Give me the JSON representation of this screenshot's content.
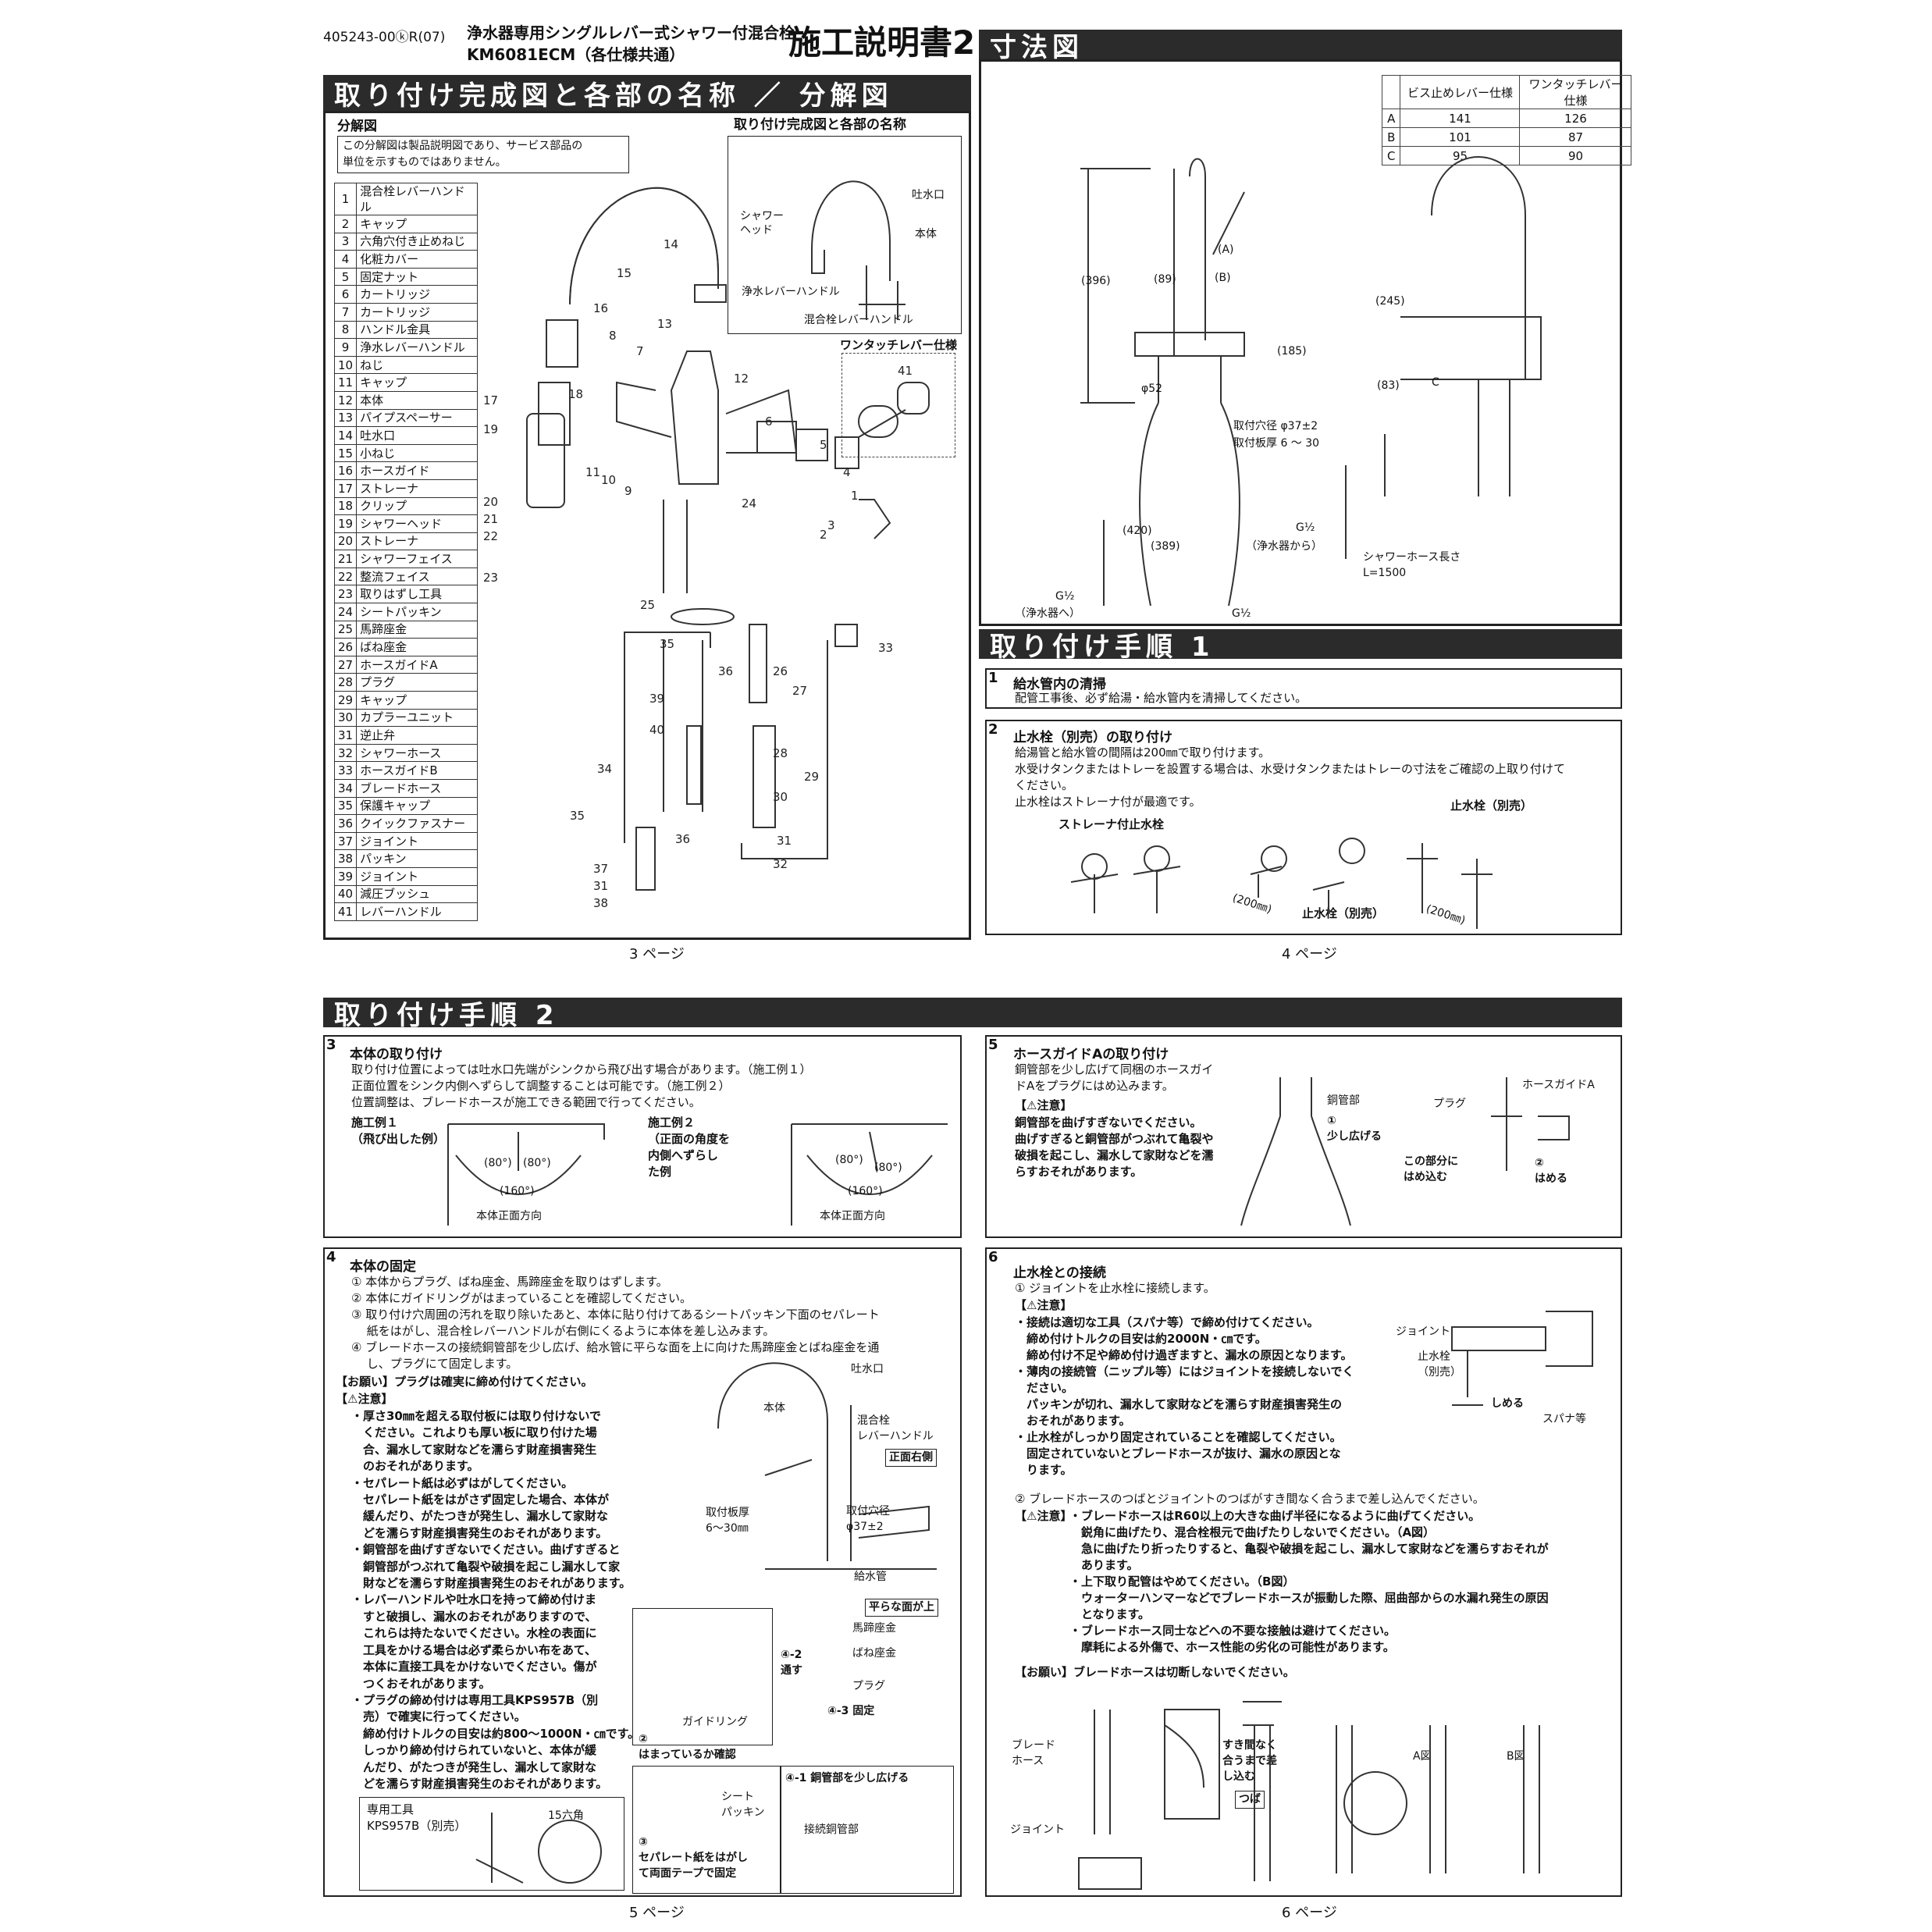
{
  "header": {
    "doc_number": "405243-00ⓚR(07)",
    "product_line": "浄水器専用シングルレバー式シャワー付混合栓",
    "model": "KM6081ECM（各仕様共通）",
    "doc_title": "施工説明書2"
  },
  "page3": {
    "section_title": "取り付け完成図と各部の名称 ／ 分解図",
    "exploded_label": "分解図",
    "exploded_note": "この分解図は製品説明図であり、サービス部品の\n単位を示すものではありません。",
    "assembled_label": "取り付け完成図と各部の名称",
    "assembled_labels": [
      "吐水口",
      "シャワー\nヘッド",
      "本体",
      "浄水レバーハンドル",
      "混合栓レバーハンドル"
    ],
    "onetouch_label": "ワンタッチレバー仕様",
    "parts": [
      {
        "no": "1",
        "name": "混合栓レバーハンドル"
      },
      {
        "no": "2",
        "name": "キャップ"
      },
      {
        "no": "3",
        "name": "六角穴付き止めねじ"
      },
      {
        "no": "4",
        "name": "化粧カバー"
      },
      {
        "no": "5",
        "name": "固定ナット"
      },
      {
        "no": "6",
        "name": "カートリッジ"
      },
      {
        "no": "7",
        "name": "カートリッジ"
      },
      {
        "no": "8",
        "name": "ハンドル金具"
      },
      {
        "no": "9",
        "name": "浄水レバーハンドル"
      },
      {
        "no": "10",
        "name": "ねじ"
      },
      {
        "no": "11",
        "name": "キャップ"
      },
      {
        "no": "12",
        "name": "本体"
      },
      {
        "no": "13",
        "name": "パイプスペーサー"
      },
      {
        "no": "14",
        "name": "吐水口"
      },
      {
        "no": "15",
        "name": "小ねじ"
      },
      {
        "no": "16",
        "name": "ホースガイド"
      },
      {
        "no": "17",
        "name": "ストレーナ"
      },
      {
        "no": "18",
        "name": "クリップ"
      },
      {
        "no": "19",
        "name": "シャワーヘッド"
      },
      {
        "no": "20",
        "name": "ストレーナ"
      },
      {
        "no": "21",
        "name": "シャワーフェイス"
      },
      {
        "no": "22",
        "name": "整流フェイス"
      },
      {
        "no": "23",
        "name": "取りはずし工具"
      },
      {
        "no": "24",
        "name": "シートパッキン"
      },
      {
        "no": "25",
        "name": "馬蹄座金"
      },
      {
        "no": "26",
        "name": "ばね座金"
      },
      {
        "no": "27",
        "name": "ホースガイドA"
      },
      {
        "no": "28",
        "name": "プラグ"
      },
      {
        "no": "29",
        "name": "キャップ"
      },
      {
        "no": "30",
        "name": "カプラーユニット"
      },
      {
        "no": "31",
        "name": "逆止弁"
      },
      {
        "no": "32",
        "name": "シャワーホース"
      },
      {
        "no": "33",
        "name": "ホースガイドB"
      },
      {
        "no": "34",
        "name": "ブレードホース"
      },
      {
        "no": "35",
        "name": "保護キャップ"
      },
      {
        "no": "36",
        "name": "クイックファスナー"
      },
      {
        "no": "37",
        "name": "ジョイント"
      },
      {
        "no": "38",
        "name": "パッキン"
      },
      {
        "no": "39",
        "name": "ジョイント"
      },
      {
        "no": "40",
        "name": "減圧ブッシュ"
      },
      {
        "no": "41",
        "name": "レバーハンドル"
      }
    ],
    "page_label": "3 ページ"
  },
  "page4": {
    "dim_title": "寸法図",
    "dim_table": {
      "headers": [
        "",
        "ビス止めレバー仕様",
        "ワンタッチレバー仕様"
      ],
      "rows": [
        [
          "A",
          "141",
          "126"
        ],
        [
          "B",
          "101",
          "87"
        ],
        [
          "C",
          "95",
          "90"
        ]
      ]
    },
    "dim_labels": [
      "(396)",
      "(89)",
      "(A)",
      "(B)",
      "(245)",
      "(185)",
      "(83)",
      "C",
      "φ52",
      "取付穴径 φ37±2",
      "取付板厚 6 ～ 30",
      "(420)",
      "(389)",
      "G½",
      "（浄水器へ）",
      "G½",
      "G½",
      "（浄水器から）",
      "シャワーホース長さ\nL=1500"
    ],
    "install1_title": "取り付け手順 1",
    "step1": {
      "num": "1",
      "title": "給水管内の清掃",
      "text": "配管工事後、必ず給湯・給水管内を清掃してください。"
    },
    "step2": {
      "num": "2",
      "title": "止水栓（別売）の取り付け",
      "text": "給湯管と給水管の間隔は200㎜で取り付けます。\n水受けタンクまたはトレーを設置する場合は、水受けタンクまたはトレーの寸法をご確認の上取り付けて\nください。\n止水栓はストレーナ付が最適です。",
      "labels": [
        "ストレーナ付止水栓",
        "止水栓（別売）",
        "止水栓（別売）",
        "(200㎜)",
        "(200㎜)"
      ]
    },
    "page_label": "4 ページ"
  },
  "page5": {
    "section_title": "取り付け手順 2",
    "step3": {
      "num": "3",
      "title": "本体の取り付け",
      "text": "取り付け位置によっては吐水口先端がシンクから飛び出す場合があります。（施工例１）\n正面位置をシンク内側へずらして調整することは可能です。（施工例２）\n位置調整は、ブレードホースが施工できる範囲で行ってください。",
      "ex1": "施工例１\n（飛び出した例）",
      "ex2": "施工例２\n（正面の角度を\n内側へずらし\nた例",
      "angles": [
        "(80°)",
        "(80°)",
        "(160°)",
        "(80°)",
        "(80°)",
        "(160°)"
      ],
      "front": "本体正面方向"
    },
    "step4": {
      "num": "4",
      "title": "本体の固定",
      "text": "① 本体からプラグ、ばね座金、馬蹄座金を取りはずします。\n② 本体にガイドリングがはまっていることを確認してください。\n③ 取り付け穴周囲の汚れを取り除いたあと、本体に貼り付けてあるシートパッキン下面のセパレート\n　 紙をはがし、混合栓レバーハンドルが右側にくるように本体を差し込みます。\n④ ブレードホースの接続銅管部を少し広げ、給水管に平らな面を上に向けた馬蹄座金とばね座金を通\n　 し、プラグにて固定します。",
      "request": "【お願い】プラグは確実に締め付けてください。",
      "caution_title": "【⚠注意】",
      "cautions": "・厚さ30㎜を超える取付板には取り付けないで\n　ください。これよりも厚い板に取り付けた場\n　合、漏水して家財などを濡らす財産損害発生\n　のおそれがあります。\n・セパレート紙は必ずはがしてください。\n　セパレート紙をはがさず固定した場合、本体が\n　緩んだり、がたつきが発生し、漏水して家財な\n　どを濡らす財産損害発生のおそれがあります。\n・銅管部を曲げすぎないでください。曲げすぎると\n　銅管部がつぶれて亀裂や破損を起こし漏水して家\n　財などを濡らす財産損害発生のおそれがあります。\n・レバーハンドルや吐水口を持って締め付けま\n　すと破損し、漏水のおそれがありますので、\n　これらは持たないでください。水栓の表面に\n　工具をかける場合は必ず柔らかい布をあて、\n　本体に直接工具をかけないでください。傷が\n　つくおそれがあります。\n・プラグの締め付けは専用工具KPS957B（別\n　売）で確実に行ってください。\n　締め付けトルクの目安は約800～1000N・㎝です。\n　しっかり締め付けられていないと、本体が緩\n　んだり、がたつきが発生し、漏水して家財な\n　どを濡らす財産損害発生のおそれがあります。",
      "tool": "専用工具\nKPS957B（別売）",
      "hex": "15六角",
      "labels": [
        "吐水口",
        "本体",
        "混合栓\nレバーハンドル",
        "正面右側",
        "取付板厚\n6～30㎜",
        "取付穴径\nφ37±2",
        "給水管",
        "平らな面が上",
        "馬蹄座金",
        "ばね座金",
        "プラグ",
        "④-2\n通す",
        "④-3 固定",
        "ガイドリング",
        "②\nはまっているか確認",
        "シート\nパッキン",
        "③\nセパレート紙をはがし\nて両面テープで固定",
        "④-1 銅管部を少し広げる",
        "接続銅管部"
      ]
    },
    "page_label": "5 ページ"
  },
  "page6": {
    "step5": {
      "num": "5",
      "title": "ホースガイドAの取り付け",
      "text": "銅管部を少し広げて同梱のホースガイ\nドAをプラグにはめ込みます。",
      "caution_title": "【⚠注意】",
      "caution": "銅管部を曲げすぎないでください。\n曲げすぎると銅管部がつぶれて亀裂や\n破損を起こし、漏水して家財などを濡\nらすおそれがあります。",
      "labels": [
        "銅管部",
        "①\n少し広げる",
        "プラグ",
        "ホースガイドA",
        "この部分に\nはめ込む",
        "②\nはめる"
      ]
    },
    "step6": {
      "num": "6",
      "title": "止水栓との接続",
      "text1": "① ジョイントを止水栓に接続します。",
      "caution_title": "【⚠注意】",
      "caution1": "・接続は適切な工具（スパナ等）で締め付けてください。\n　締め付けトルクの目安は約2000N・㎝です。\n　締め付け不足や締め付け過ぎますと、漏水の原因となります。\n・薄肉の接続管（ニップル等）にはジョイントを接続しないでく\n　ださい。\n　パッキンが切れ、漏水して家財などを濡らす財産損害発生の\n　おそれがあります。\n・止水栓がしっかり固定されていることを確認してください。\n　固定されていないとブレードホースが抜け、漏水の原因とな\n　ります。",
      "text2": "② ブレードホースのつばとジョイントのつばがすき間なく合うまで差し込んでください。",
      "caution2_title": "【⚠注意】",
      "caution2": "・ブレードホースはR60以上の大きな曲げ半径になるように曲げてください。\n　鋭角に曲げたり、混合栓根元で曲げたりしないでください。（A図）\n　急に曲げたり折ったりすると、亀裂や破損を起こし、漏水して家財などを濡らすおそれが\n　あります。\n・上下取り配管はやめてください。（B図）\n　ウォーターハンマーなどでブレードホースが振動した際、屈曲部からの水漏れ発生の原因\n　となります。\n・ブレードホース同士などへの不要な接触は避けてください。\n　摩耗による外傷で、ホース性能の劣化の可能性があります。",
      "request": "【お願い】ブレードホースは切断しないでください。",
      "labels": [
        "ジョイント",
        "止水栓\n（別売）",
        "しめる",
        "スパナ等",
        "ブレード\nホース",
        "すき間なく\n合うまで差\nし込む",
        "つば",
        "ジョイント",
        "A図",
        "B図"
      ]
    },
    "page_label": "6 ページ"
  }
}
